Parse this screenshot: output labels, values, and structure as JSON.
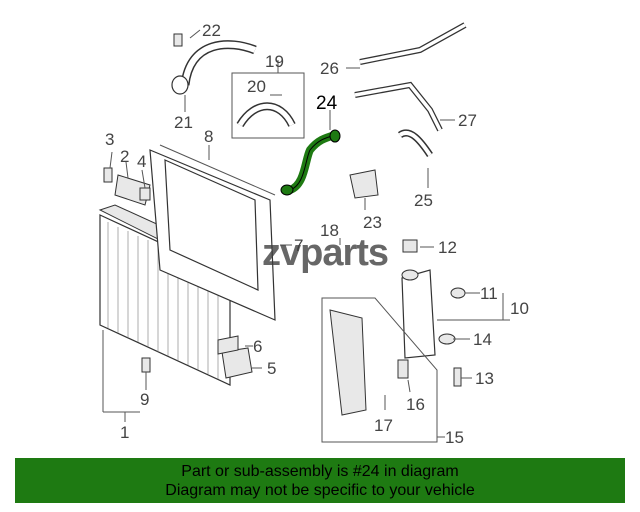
{
  "callouts": [
    "1",
    "2",
    "3",
    "4",
    "5",
    "6",
    "7",
    "8",
    "9",
    "10",
    "11",
    "12",
    "13",
    "14",
    "15",
    "16",
    "17",
    "18",
    "19",
    "20",
    "21",
    "22",
    "23",
    "24",
    "25",
    "26",
    "27"
  ],
  "highlight_color": "#1e7a12",
  "banner": {
    "line1": "Part or sub-assembly is #24 in diagram",
    "line2": "Diagram may not be specific to your vehicle"
  },
  "watermark": "zvparts"
}
